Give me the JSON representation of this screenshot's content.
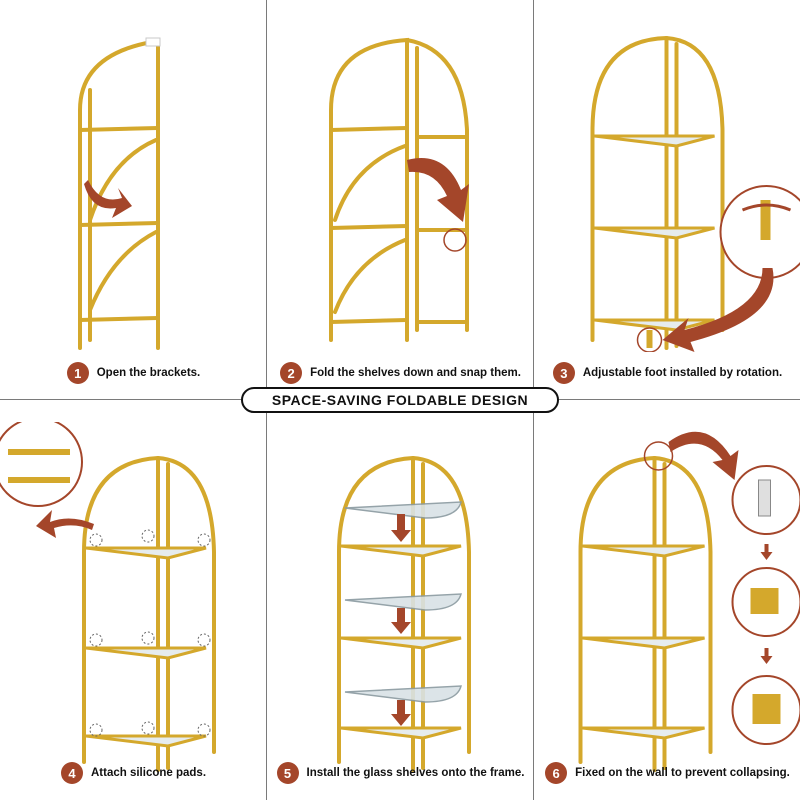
{
  "banner": {
    "title": "SPACE-SAVING FOLDABLE DESIGN"
  },
  "steps": [
    {
      "number": "1",
      "text": "Open the brackets."
    },
    {
      "number": "2",
      "text": "Fold the shelves down and snap them."
    },
    {
      "number": "3",
      "text": "Adjustable foot installed by rotation."
    },
    {
      "number": "4",
      "text": "Attach silicone pads."
    },
    {
      "number": "5",
      "text": "Install the glass shelves onto the frame."
    },
    {
      "number": "6",
      "text": "Fixed on the wall to prevent collapsing."
    }
  ],
  "colors": {
    "frame": "#d4a82c",
    "accent": "#a4462a",
    "glass": "#d9e2e6"
  }
}
